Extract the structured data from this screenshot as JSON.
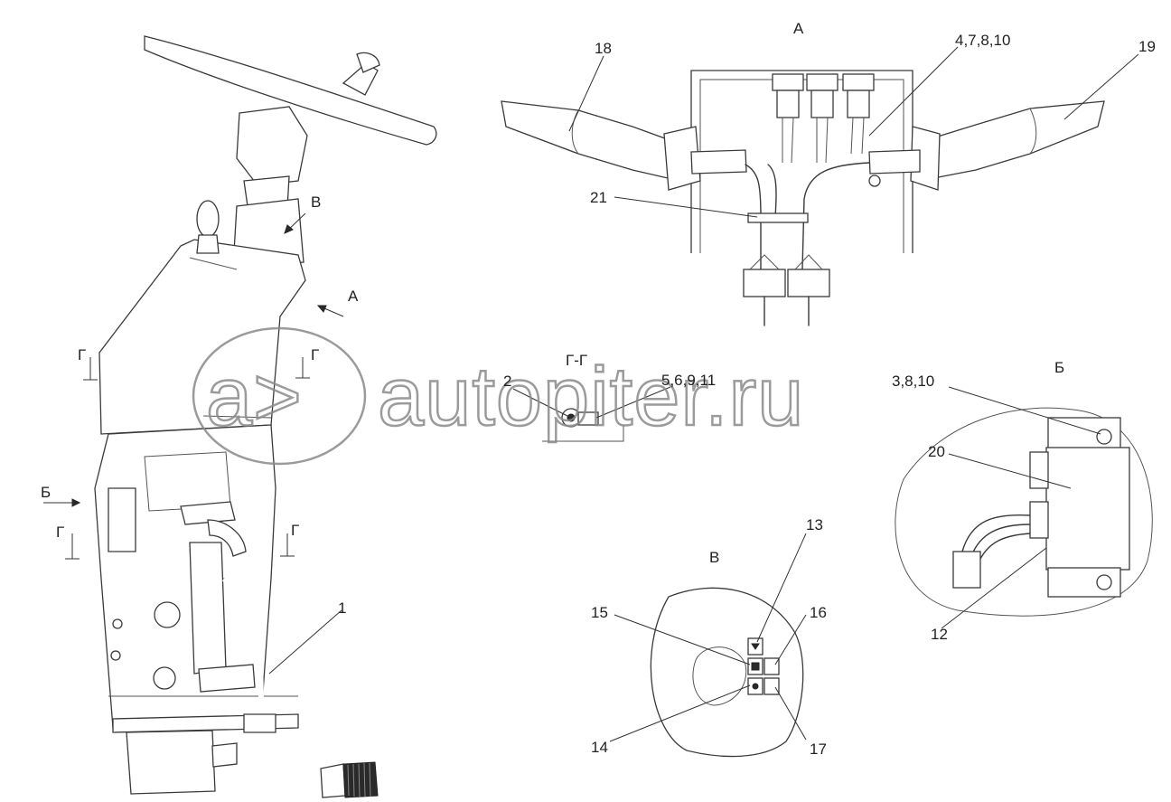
{
  "views": {
    "a": "А",
    "b": "Б",
    "v": "В",
    "gg": "Г-Г"
  },
  "arrows": {
    "v": "В",
    "a": "А",
    "b": "Б",
    "g": "Г"
  },
  "callouts": {
    "c1": "1",
    "c2": "2",
    "c12": "12",
    "c13": "13",
    "c14": "14",
    "c15": "15",
    "c16": "16",
    "c17": "17",
    "c18": "18",
    "c19": "19",
    "c20": "20",
    "c21": "21",
    "c4_7_8_10": "4,7,8,10",
    "c5_6_9_11": "5,6,9,11",
    "c3_8_10": "3,8,10"
  },
  "watermark": {
    "text": "autopiter.ru",
    "logo_icon": "autopiter-logo-icon"
  },
  "colors": {
    "line": "#3a3a3a",
    "background": "#ffffff",
    "watermark": "#8a8a8a"
  }
}
